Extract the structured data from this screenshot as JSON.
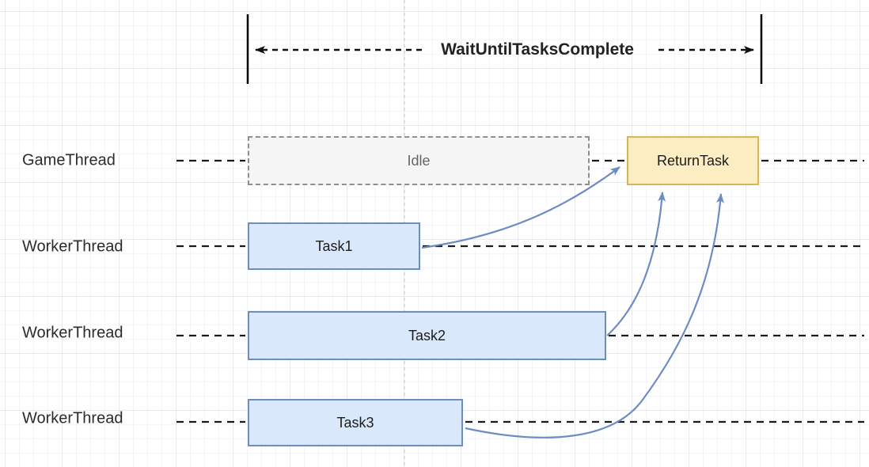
{
  "diagram": {
    "title": "WaitUntilTasksComplete",
    "lanes": [
      {
        "label": "GameThread"
      },
      {
        "label": "WorkerThread"
      },
      {
        "label": "WorkerThread"
      },
      {
        "label": "WorkerThread"
      }
    ],
    "nodes": {
      "idle": "Idle",
      "return_task": "ReturnTask",
      "task1": "Task1",
      "task2": "Task2",
      "task3": "Task3"
    },
    "colors": {
      "task_fill": "#dae8fc",
      "task_border": "#6c8ebf",
      "return_fill": "#fdedc3",
      "return_border": "#d6b656",
      "idle_fill": "#f5f5f5",
      "idle_border": "#8f8f8f",
      "arrow_blue": "#6e8cc4",
      "timeline_line": "#1a1a1a"
    }
  }
}
